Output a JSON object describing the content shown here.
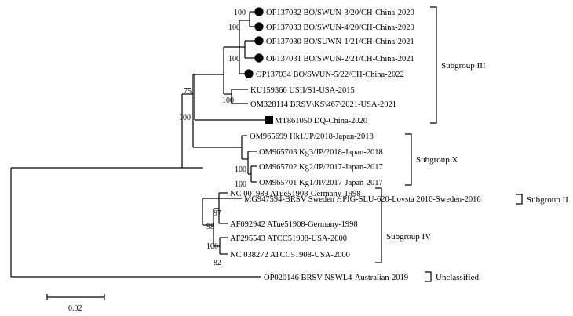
{
  "tree": {
    "leaves": [
      {
        "id": "l1",
        "label": "OP137032 BO/SWUN-3/20/CH-China-2020",
        "marker": "circle"
      },
      {
        "id": "l2",
        "label": "OP137033 BO/SWUN-4/20/CH-China-2020",
        "marker": "circle"
      },
      {
        "id": "l3",
        "label": "OP137030 BO/SUWN-1/21/CH-China-2021",
        "marker": "circle"
      },
      {
        "id": "l4",
        "label": "OP137031 BO/SWUN-2/21/CH-China-2021",
        "marker": "circle"
      },
      {
        "id": "l5",
        "label": "OP137034 BO/SWUN-5/22/CH-China-2022",
        "marker": "circle"
      },
      {
        "id": "l6",
        "label": "KU159366 USII/S1-USA-2015",
        "marker": ""
      },
      {
        "id": "l7",
        "label": "OM328114 BRSV\\KS\\467\\2021-USA-2021",
        "marker": ""
      },
      {
        "id": "l8",
        "label": "MT861050 DQ-China-2020",
        "marker": "square"
      },
      {
        "id": "l9",
        "label": "OM965699 Hk1/JP/2018-Japan-2018",
        "marker": ""
      },
      {
        "id": "l10",
        "label": "OM965703 Kg3/JP/2018-Japan-2018",
        "marker": ""
      },
      {
        "id": "l11",
        "label": "OM965702 Kg2/JP/2017-Japan-2017",
        "marker": ""
      },
      {
        "id": "l12",
        "label": "OM965701 Kg1/JP/2017-Japan-2017",
        "marker": ""
      },
      {
        "id": "l13",
        "label": "MG947594-BRSV Sweden HPIG-SLU-620-Lovsta 2016-Sweden-2016",
        "marker": ""
      },
      {
        "id": "l14",
        "label": "NC 001989 ATue51908-Germany-1998",
        "marker": ""
      },
      {
        "id": "l15",
        "label": "AF092942 ATue51908-Germany-1998",
        "marker": ""
      },
      {
        "id": "l16",
        "label": "AF295543 ATCC51908-USA-2000",
        "marker": ""
      },
      {
        "id": "l17",
        "label": "NC 038272 ATCC51908-USA-2000",
        "marker": ""
      },
      {
        "id": "l18",
        "label": "OP020146 BRSV NSWL4-Australian-2019",
        "marker": ""
      }
    ],
    "bootstrap": [
      "100",
      "100",
      "100",
      "100",
      "75",
      "100",
      "100",
      "100",
      "98",
      "97",
      "100",
      "82"
    ],
    "groups": [
      {
        "id": "g3",
        "label": "Subgroup III"
      },
      {
        "id": "gx",
        "label": "Subgroup X"
      },
      {
        "id": "g2",
        "label": "Subgroup II"
      },
      {
        "id": "g4",
        "label": "Subgroup IV"
      },
      {
        "id": "gu",
        "label": "Unclassified"
      }
    ],
    "scale_bar": {
      "label": "0.02",
      "value": 0.02
    }
  }
}
